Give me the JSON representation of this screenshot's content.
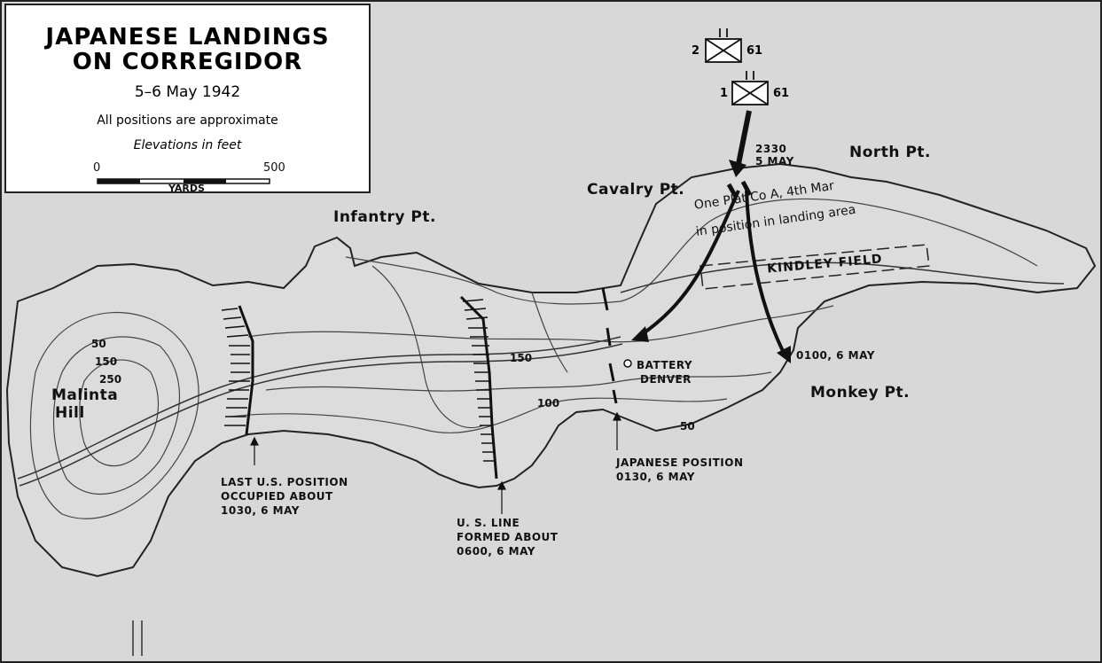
{
  "legend": {
    "title_line1": "JAPANESE LANDINGS",
    "title_line2": "ON CORREGIDOR",
    "dates": "5–6 May 1942",
    "note": "All positions are approximate",
    "elevation_note": "Elevations in feet",
    "scale_start": "0",
    "scale_end": "500",
    "scale_unit": "YARDS"
  },
  "units": [
    {
      "number": "2",
      "regiment": "61"
    },
    {
      "number": "1",
      "regiment": "61"
    }
  ],
  "places": {
    "north_pt": "North Pt.",
    "cavalry_pt": "Cavalry Pt.",
    "infantry_pt": "Infantry Pt.",
    "monkey_pt": "Monkey Pt.",
    "malinta_hill_1": "Malinta",
    "malinta_hill_2": "Hill",
    "kindley_field": "KINDLEY FIELD",
    "battery_1": "BATTERY",
    "battery_2": "DENVER"
  },
  "annotations": {
    "landing_time_1": "2330",
    "landing_time_2": "5 MAY",
    "marines_1": "One Plat Co A, 4th Mar",
    "marines_2": "in position in landing area",
    "monkey_time": "0100, 6 MAY",
    "jap_pos_1": "JAPANESE POSITION",
    "jap_pos_2": "0130, 6 MAY",
    "us_line_1": "U. S. LINE",
    "us_line_2": "FORMED ABOUT",
    "us_line_3": "0600, 6 MAY",
    "last_pos_1": "LAST U.S. POSITION",
    "last_pos_2": "OCCUPIED ABOUT",
    "last_pos_3": "1030, 6 MAY"
  },
  "elevations": {
    "e50a": "50",
    "e150a": "150",
    "e250": "250",
    "e150b": "150",
    "e100": "100",
    "e50b": "50"
  }
}
